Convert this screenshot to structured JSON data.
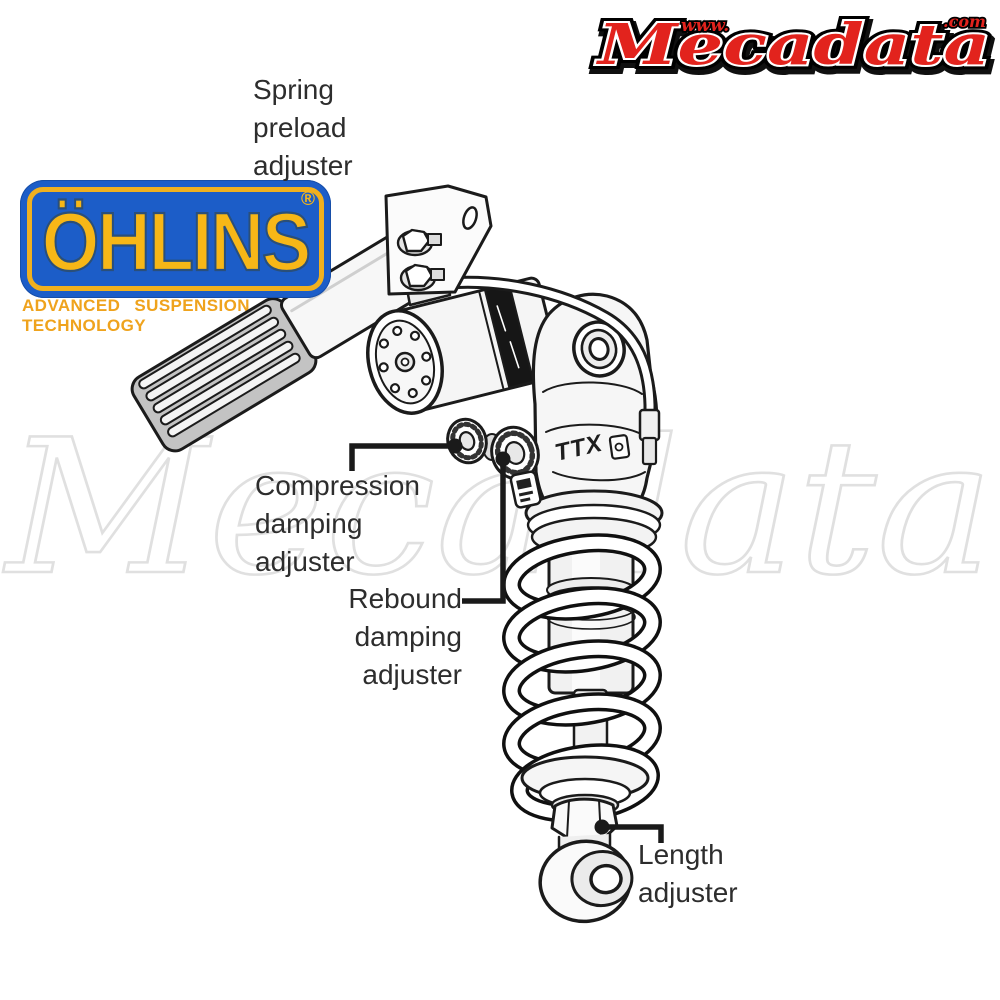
{
  "site_logo": {
    "www": "www.",
    "name": "Mecadata",
    "com": ".com",
    "text_color": "#e2231d",
    "outline_color": "#000000"
  },
  "brand": {
    "name": "ÖHLINS",
    "registered": "®",
    "tagline": "ADVANCED SUSPENSION TECHNOLOGY",
    "box_color": "#1c5dc8",
    "accent_color": "#f7b717"
  },
  "watermark": {
    "text": "Mecadata",
    "color": "#e0e0e0"
  },
  "labels": {
    "spring_preload": {
      "lines": [
        "Spring",
        "preload",
        "adjuster"
      ]
    },
    "compression": {
      "lines": [
        "Compression",
        "damping",
        "adjuster"
      ]
    },
    "rebound": {
      "lines": [
        "Rebound",
        "damping",
        "adjuster"
      ]
    },
    "length": {
      "lines": [
        "Length",
        "adjuster"
      ]
    }
  },
  "diagram": {
    "subject": "Öhlins TTX rear shock absorber",
    "marking": "TTX",
    "line_color": "#1b1b1b"
  }
}
